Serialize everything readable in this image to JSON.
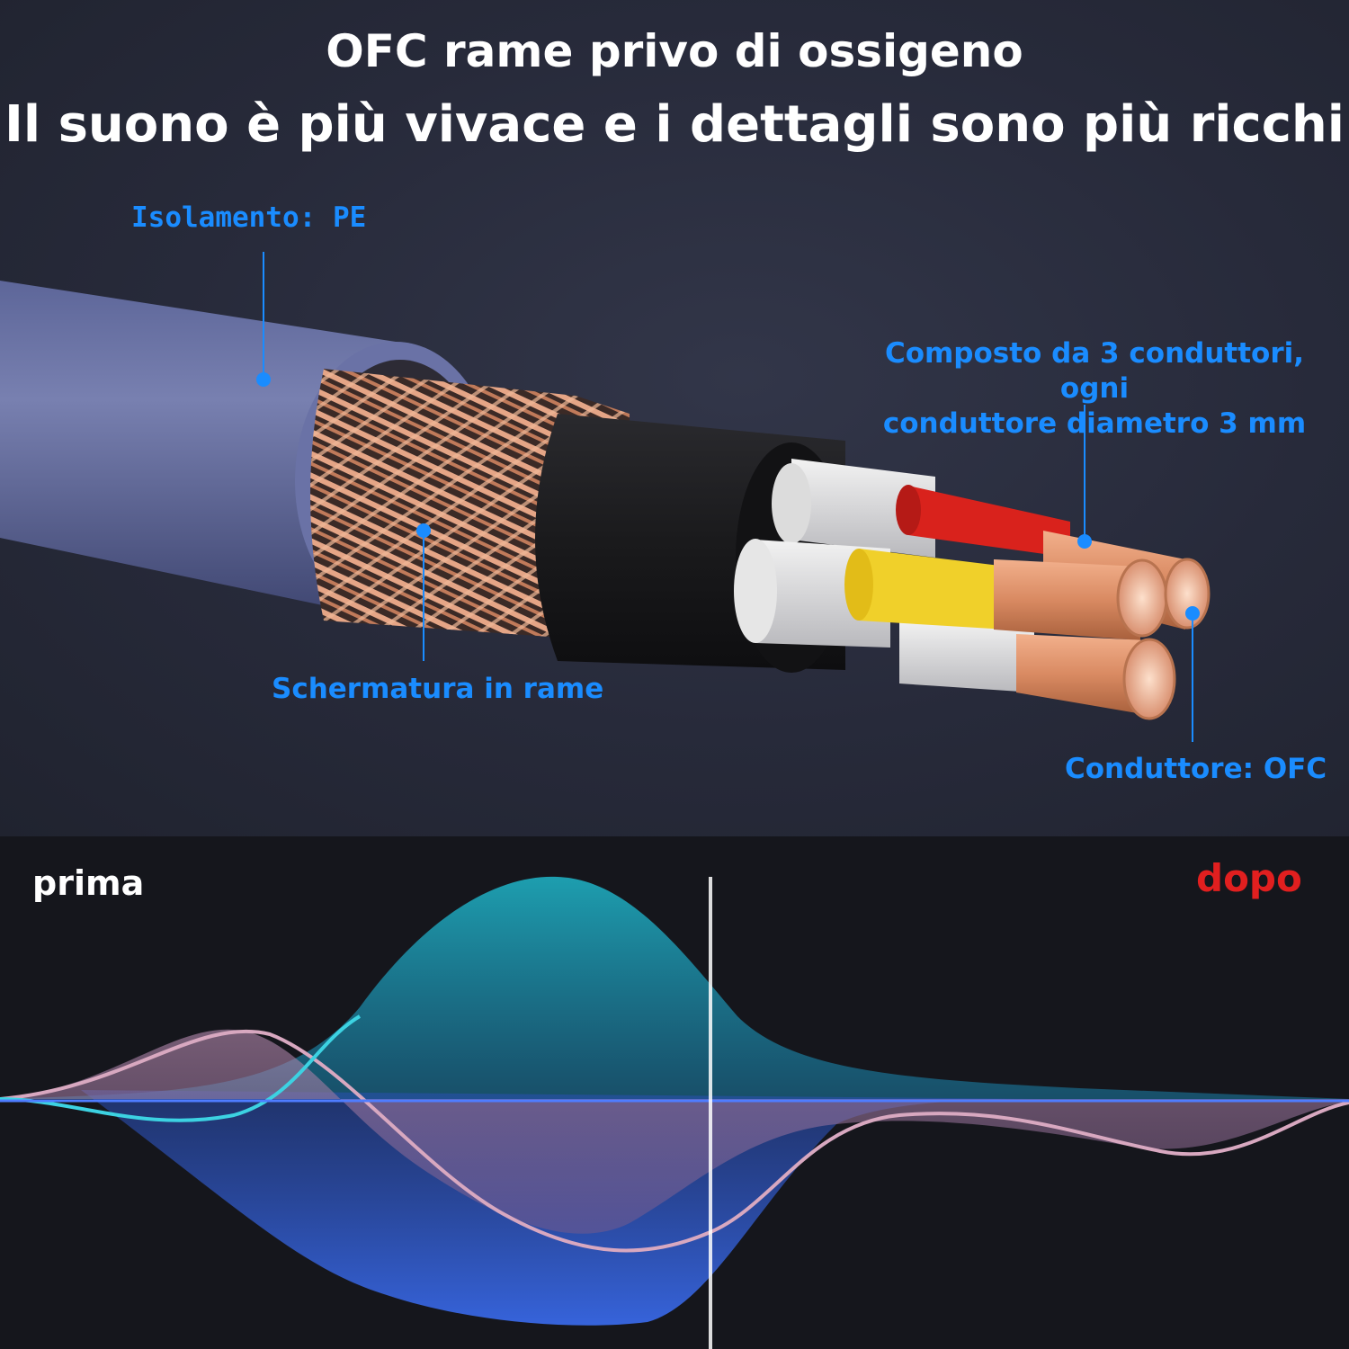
{
  "header": {
    "title_line1": "OFC rame privo di ossigeno",
    "title_line2": "Il suono è più vivace e i dettagli sono più ricchi"
  },
  "callouts": {
    "insulation": "Isolamento: PE",
    "composition_line1": "Composto da 3 conduttori, ogni",
    "composition_line2": "conduttore diametro 3 mm",
    "shielding": "Schermatura in rame",
    "conductor": "Conduttore: OFC"
  },
  "comparison": {
    "before": "prima",
    "after": "dopo"
  },
  "colors": {
    "accent_blue": "#1a8cff",
    "after_red": "#e11f1f",
    "jacket": "#5a6394",
    "copper": "#d98a62",
    "red_insulation": "#d9221c",
    "yellow_insulation": "#f0d02a"
  }
}
